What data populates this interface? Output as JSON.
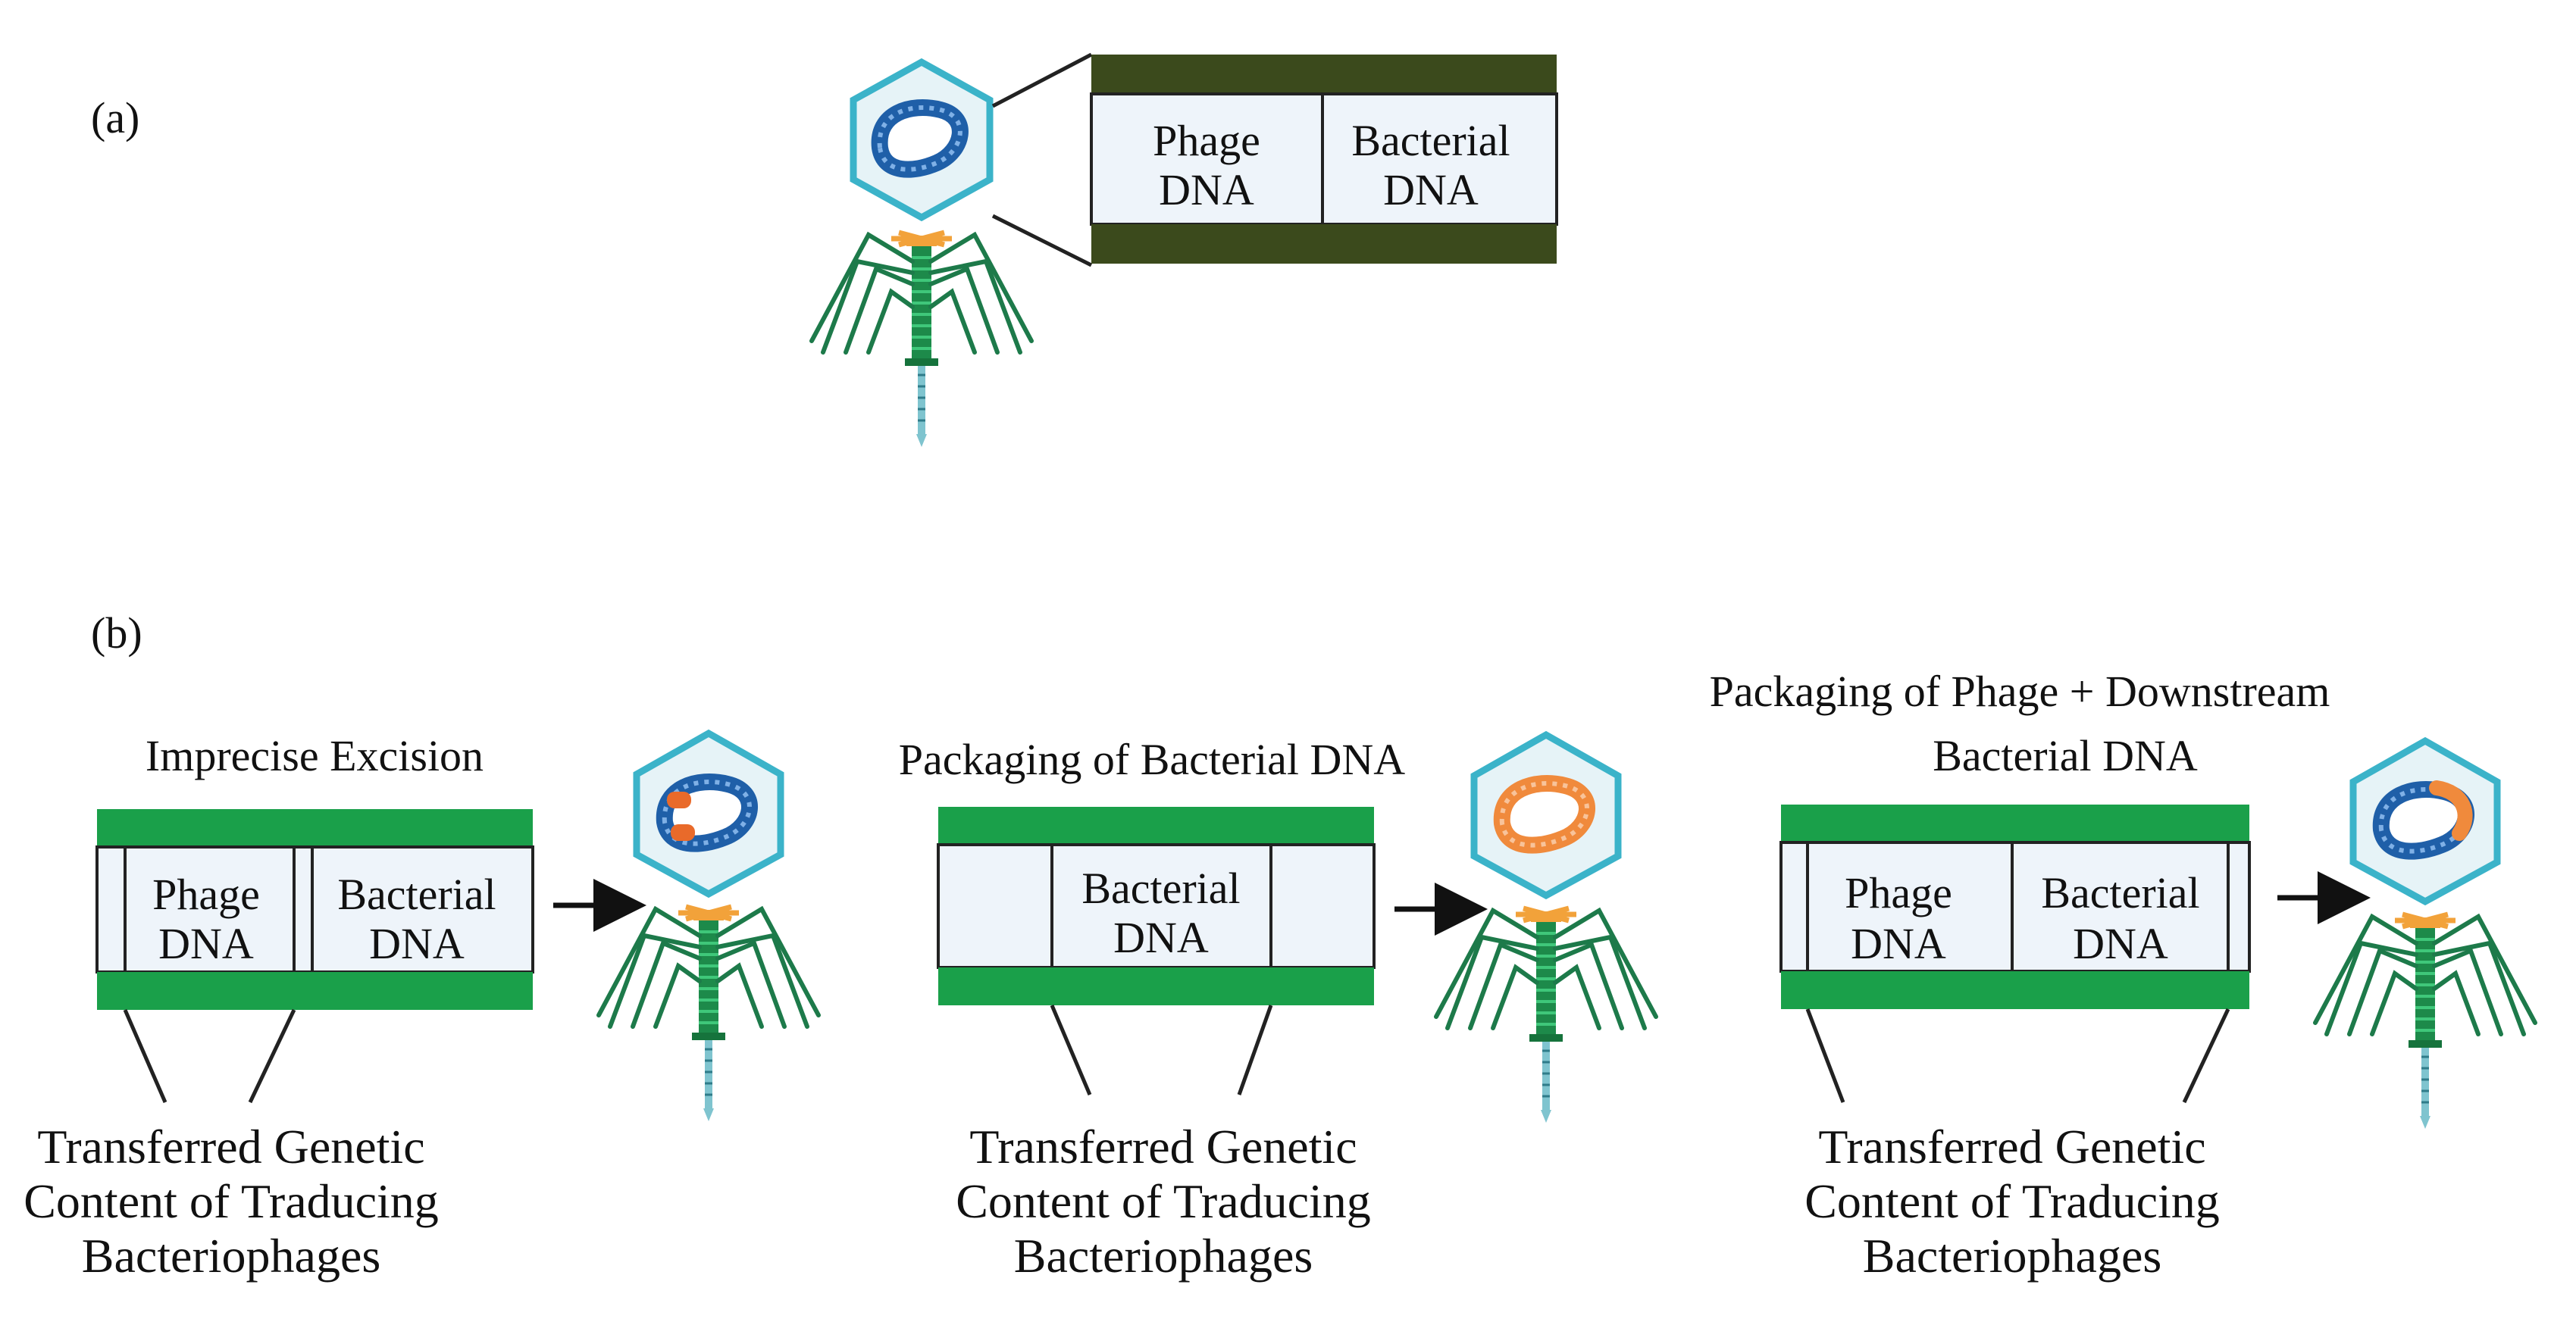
{
  "panel_a": {
    "label": "(a)",
    "segments": [
      "Phage",
      "DNA",
      "Bacterial",
      "DNA"
    ]
  },
  "panel_b": {
    "label": "(b)",
    "scenarios": [
      {
        "title_lines": [
          "Imprecise Excision"
        ],
        "segments": [
          "Phage",
          "DNA",
          "Bacterial",
          "DNA"
        ],
        "caption_lines": [
          "Transferred Genetic",
          "Content of Traducing",
          "Bacteriophages"
        ]
      },
      {
        "title_lines": [
          "Packaging of Bacterial DNA"
        ],
        "segments": [
          "Bacterial",
          "DNA"
        ],
        "caption_lines": [
          "Transferred Genetic",
          "Content of Traducing",
          "Bacteriophages"
        ]
      },
      {
        "title_lines": [
          "Packaging of Phage + Downstream",
          "Bacterial DNA"
        ],
        "segments": [
          "Phage",
          "DNA",
          "Bacterial",
          "DNA"
        ],
        "caption_lines": [
          "Transferred Genetic",
          "Content of Traducing",
          "Bacteriophages"
        ]
      }
    ]
  },
  "colors": {
    "dark_strand": "#3b4a1c",
    "green_strand": "#1aa04a",
    "segment_fill": "#eef4fa",
    "capsid_outline": "#3bb3c9",
    "capsid_fill": "#e6f3f7",
    "dna_blue": "#1f5fa8",
    "bacterial_orange": "#f08a3c",
    "tail_green": "#1d8a4a",
    "collar_orange": "#f2a23a"
  },
  "icons": [
    "bacteriophage-icon",
    "arrow-right-icon"
  ]
}
